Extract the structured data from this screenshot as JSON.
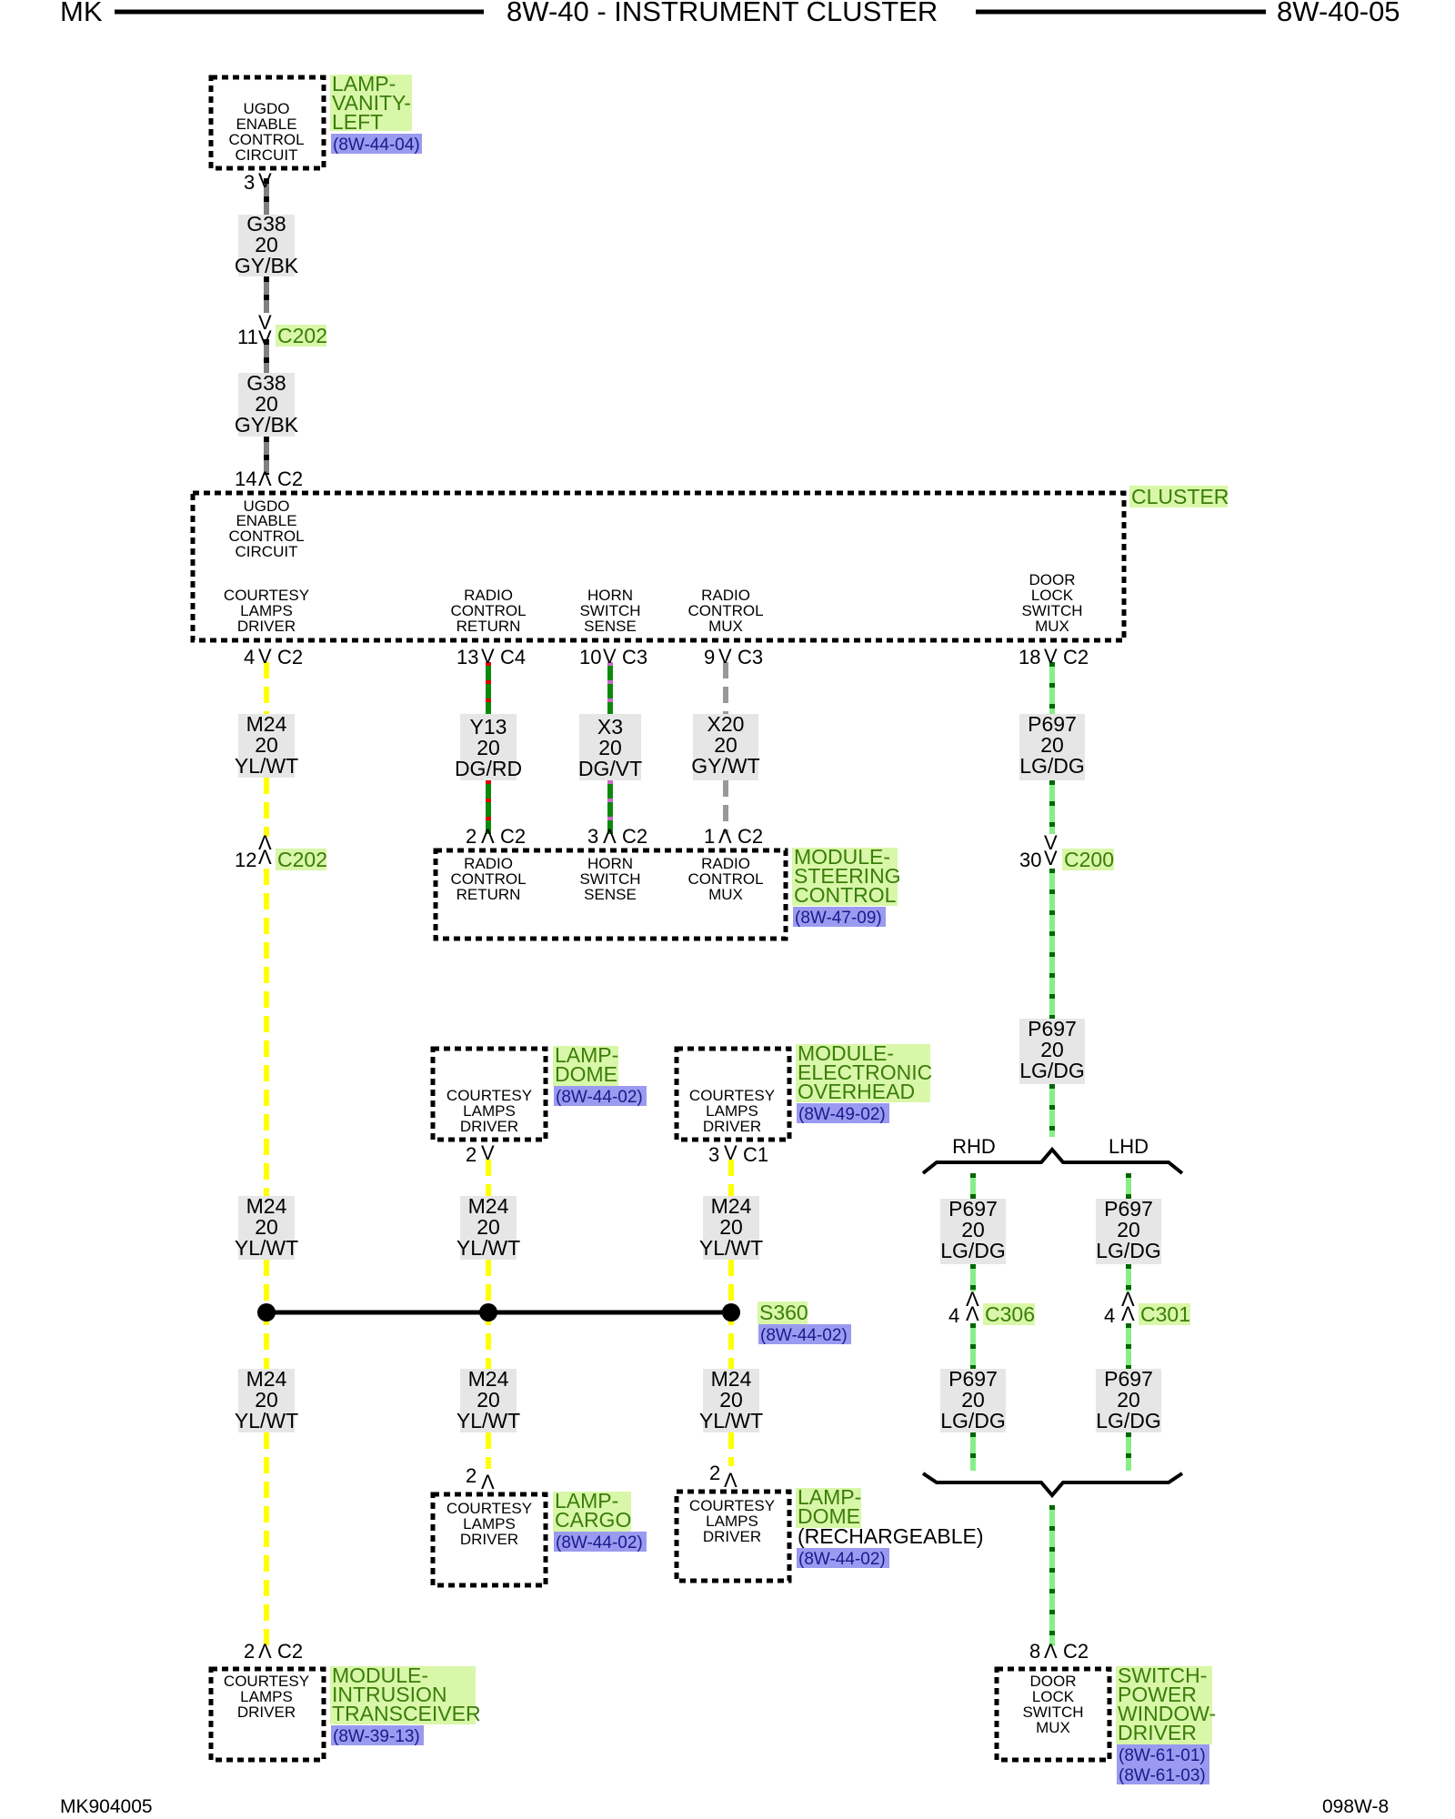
{
  "header": {
    "left": "MK",
    "center": "8W-40 - INSTRUMENT CLUSTER",
    "right": "8W-40-05"
  },
  "footer": {
    "left": "MK904005",
    "right": "098W-8"
  },
  "colors": {
    "green_label_bg": "#d9f7a8",
    "green_label_text": "#3a7d0a",
    "ref_bg": "#9a9af0",
    "ref_text": "#1a1a8c",
    "wire_label_bg": "#e6e6e6",
    "yl_wt": "#ffff00",
    "lg_dg": "#88ee88",
    "gy_bk": "#808080"
  },
  "components": {
    "vanity": {
      "name": [
        "LAMP-",
        "VANITY-",
        "LEFT"
      ],
      "ref": "(8W-44-04)",
      "circuit": [
        "UGDO",
        "ENABLE",
        "CONTROL",
        "CIRCUIT"
      ]
    },
    "cluster": {
      "name": "CLUSTER",
      "ugdo": [
        "UGDO",
        "ENABLE",
        "CONTROL",
        "CIRCUIT"
      ],
      "courtesy": [
        "COURTESY",
        "LAMPS",
        "DRIVER"
      ],
      "radio_return": [
        "RADIO",
        "CONTROL",
        "RETURN"
      ],
      "horn": [
        "HORN",
        "SWITCH",
        "SENSE"
      ],
      "radio_mux": [
        "RADIO",
        "CONTROL",
        "MUX"
      ],
      "door": [
        "DOOR",
        "LOCK",
        "SWITCH",
        "MUX"
      ]
    },
    "steering": {
      "name": [
        "MODULE-",
        "STEERING",
        "CONTROL"
      ],
      "ref": "(8W-47-09)",
      "radio_return": [
        "RADIO",
        "CONTROL",
        "RETURN"
      ],
      "horn": [
        "HORN",
        "SWITCH",
        "SENSE"
      ],
      "radio_mux": [
        "RADIO",
        "CONTROL",
        "MUX"
      ]
    },
    "dome": {
      "name": [
        "LAMP-",
        "DOME"
      ],
      "ref": "(8W-44-02)",
      "circuit": [
        "COURTESY",
        "LAMPS",
        "DRIVER"
      ]
    },
    "overhead": {
      "name": [
        "MODULE-",
        "ELECTRONIC",
        "OVERHEAD"
      ],
      "ref": "(8W-49-02)",
      "circuit": [
        "COURTESY",
        "LAMPS",
        "DRIVER"
      ]
    },
    "cargo": {
      "name": [
        "LAMP-",
        "CARGO"
      ],
      "ref": "(8W-44-02)",
      "circuit": [
        "COURTESY",
        "LAMPS",
        "DRIVER"
      ]
    },
    "dome_rech": {
      "name": [
        "LAMP-",
        "DOME"
      ],
      "extra": "(RECHARGEABLE)",
      "ref": "(8W-44-02)",
      "circuit": [
        "COURTESY",
        "LAMPS",
        "DRIVER"
      ]
    },
    "intrusion": {
      "name": [
        "MODULE-",
        "INTRUSION",
        "TRANSCEIVER"
      ],
      "ref": "(8W-39-13)",
      "circuit": [
        "COURTESY",
        "LAMPS",
        "DRIVER"
      ]
    },
    "window": {
      "name": [
        "SWITCH-",
        "POWER",
        "WINDOW-",
        "DRIVER"
      ],
      "refs": [
        "(8W-61-01)",
        "(8W-61-03)"
      ],
      "circuit": [
        "DOOR",
        "LOCK",
        "SWITCH",
        "MUX"
      ]
    }
  },
  "splice": {
    "name": "S360",
    "ref": "(8W-44-02)"
  },
  "connectors": {
    "c202": "C202",
    "c200": "C200",
    "c306": "C306",
    "c301": "C301",
    "c2": "C2",
    "c3": "C3",
    "c4": "C4",
    "c1": "C1"
  },
  "pins": {
    "p3": "3",
    "p11": "11",
    "p14": "14",
    "p4": "4",
    "p13": "13",
    "p10": "10",
    "p9": "9",
    "p18": "18",
    "p2": "2",
    "p1": "1",
    "p12": "12",
    "p30": "30",
    "p8": "8"
  },
  "wires": {
    "g38": [
      "G38",
      "20",
      "GY/BK"
    ],
    "m24": [
      "M24",
      "20",
      "YL/WT"
    ],
    "y13": [
      "Y13",
      "20",
      "DG/RD"
    ],
    "x3": [
      "X3",
      "20",
      "DG/VT"
    ],
    "x20": [
      "X20",
      "20",
      "GY/WT"
    ],
    "p697": [
      "P697",
      "20",
      "LG/DG"
    ]
  },
  "branches": {
    "rhd": "RHD",
    "lhd": "LHD"
  }
}
